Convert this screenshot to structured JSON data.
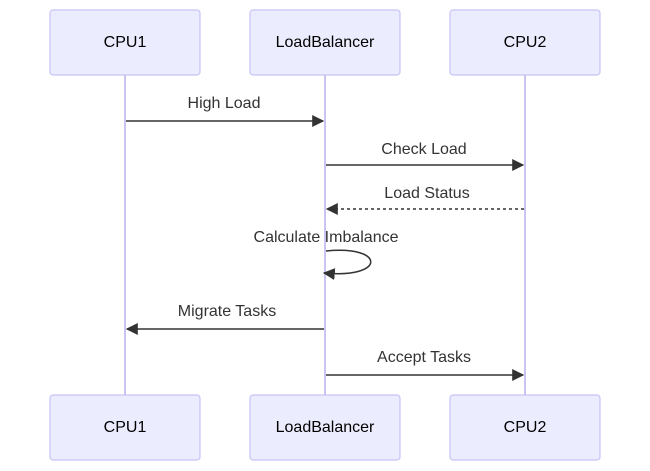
{
  "diagram": {
    "actors_top": [
      {
        "label": "CPU1"
      },
      {
        "label": "LoadBalancer"
      },
      {
        "label": "CPU2"
      }
    ],
    "actors_bottom": [
      {
        "label": "CPU1"
      },
      {
        "label": "LoadBalancer"
      },
      {
        "label": "CPU2"
      }
    ],
    "messages": [
      {
        "from": "CPU1",
        "to": "LoadBalancer",
        "label": "High Load",
        "style": "solid"
      },
      {
        "from": "LoadBalancer",
        "to": "CPU2",
        "label": "Check Load",
        "style": "solid"
      },
      {
        "from": "CPU2",
        "to": "LoadBalancer",
        "label": "Load Status",
        "style": "dashed"
      },
      {
        "from": "LoadBalancer",
        "to": "LoadBalancer",
        "label": "Calculate Imbalance",
        "style": "solid"
      },
      {
        "from": "LoadBalancer",
        "to": "CPU1",
        "label": "Migrate Tasks",
        "style": "solid"
      },
      {
        "from": "LoadBalancer",
        "to": "CPU2",
        "label": "Accept Tasks",
        "style": "solid"
      }
    ]
  },
  "colors": {
    "actor_fill": "#ECECFF",
    "actor_stroke": "#C7C2F5",
    "lifeline": "#C9C4F0",
    "message": "#333333"
  }
}
